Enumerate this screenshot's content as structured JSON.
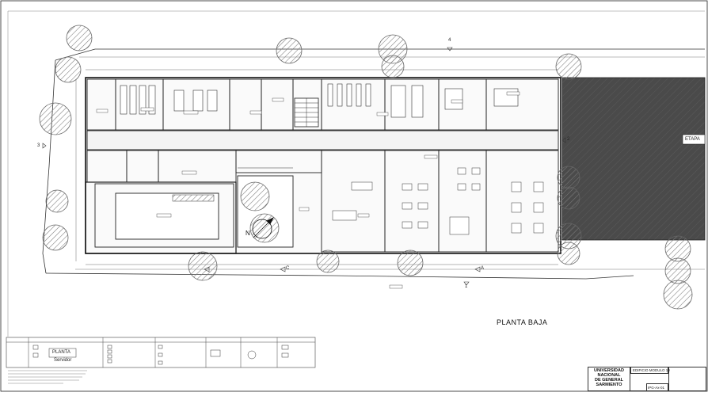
{
  "drawing": {
    "plan_title": "PLANTA BAJA",
    "north_label": "N",
    "axis_labels": {
      "top": "4",
      "bottom": "1",
      "left": "3",
      "right": "2",
      "mid_a": "A",
      "mid_c": "C"
    },
    "neighbor_label": "ETAPA",
    "colors": {
      "line": "#222222",
      "hatch": "#777777",
      "neighbor_fill": "#4a4a4a",
      "tree_fill": "#cfcfcf"
    }
  },
  "legend": {
    "server_box_label": "PLANTA",
    "server_label": "Servidor"
  },
  "title_block": {
    "university": [
      "UNIVERSIDAD",
      "NACIONAL",
      "DE GENERAL",
      "SARMIENTO"
    ],
    "project": "EDIFICIO MODULO 10",
    "sheet_code": "IPG-Ax-01"
  }
}
